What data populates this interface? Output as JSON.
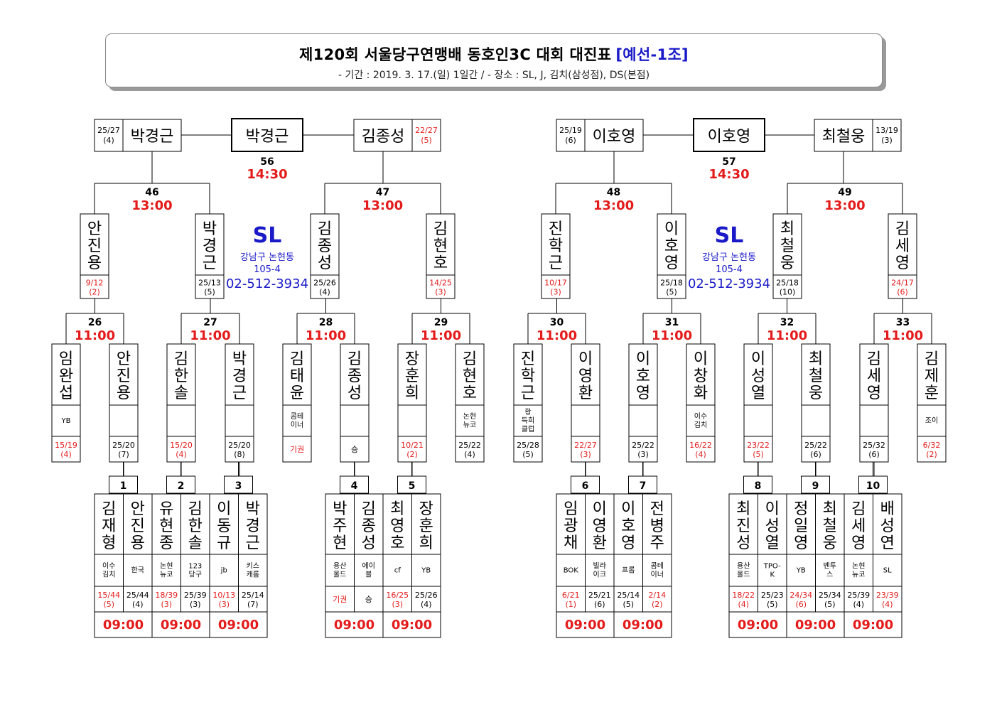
{
  "header": {
    "title": "제120회 서울당구연맹배 동호인3C 대회 대진표",
    "subtitle": "[예선-1조]",
    "period": "- 기간 : 2019. 3. 17.(일) 1일간 / - 장소 : SL, J, 김치(삼성점), DS(본점)"
  },
  "venues": [
    {
      "name": "SL",
      "address1": "강남구 논현동",
      "address2": "105-4",
      "phone": "02-512-3934"
    },
    {
      "name": "SL",
      "address1": "강남구 논현동",
      "address2": "105-4",
      "phone": "02-512-3934"
    }
  ],
  "matches_r1": [
    {
      "no": "1",
      "time": "09:00",
      "players": [
        {
          "name": "김재형",
          "club": "이수 김치",
          "score": "15/44",
          "rank": "(5)",
          "red": true
        },
        {
          "name": "안진용",
          "club": "한국",
          "score": "25/44",
          "rank": "(4)",
          "red": false
        }
      ]
    },
    {
      "no": "2",
      "time": "09:00",
      "players": [
        {
          "name": "유현종",
          "club": "논현 뉴코",
          "score": "18/39",
          "rank": "(3)",
          "red": true
        },
        {
          "name": "김한솔",
          "club": "123 당구",
          "score": "25/39",
          "rank": "(3)",
          "red": false
        }
      ]
    },
    {
      "no": "3",
      "time": "09:00",
      "players": [
        {
          "name": "이동규",
          "club": "jb",
          "score": "10/13",
          "rank": "(3)",
          "red": true
        },
        {
          "name": "박경근",
          "club": "키스 캐롬",
          "score": "25/14",
          "rank": "(7)",
          "red": false
        }
      ]
    },
    {
      "no": "4",
      "time": "09:00",
      "players": [
        {
          "name": "박주현",
          "club": "용산 올드",
          "score": "기권",
          "rank": "",
          "red": true
        },
        {
          "name": "김종성",
          "club": "에이 블",
          "score": "승",
          "rank": "",
          "red": false
        }
      ]
    },
    {
      "no": "5",
      "time": "09:00",
      "players": [
        {
          "name": "최영호",
          "club": "cf",
          "score": "16/25",
          "rank": "(3)",
          "red": true
        },
        {
          "name": "장훈희",
          "club": "YB",
          "score": "25/26",
          "rank": "(4)",
          "red": false
        }
      ]
    },
    {
      "no": "6",
      "time": "09:00",
      "players": [
        {
          "name": "임광채",
          "club": "BOK",
          "score": "6/21",
          "rank": "(1)",
          "red": true
        },
        {
          "name": "이영환",
          "club": "빌라 이크",
          "score": "25/21",
          "rank": "(6)",
          "red": false
        }
      ]
    },
    {
      "no": "7",
      "time": "09:00",
      "players": [
        {
          "name": "이호영",
          "club": "프롬",
          "score": "25/14",
          "rank": "(5)",
          "red": false
        },
        {
          "name": "전병주",
          "club": "콤테 이너",
          "score": "2/14",
          "rank": "(2)",
          "red": true
        }
      ]
    },
    {
      "no": "8",
      "time": "09:00",
      "players": [
        {
          "name": "최진성",
          "club": "용산 올드",
          "score": "18/22",
          "rank": "(4)",
          "red": true
        },
        {
          "name": "이성열",
          "club": "TPO- K",
          "score": "25/23",
          "rank": "(5)",
          "red": false
        }
      ]
    },
    {
      "no": "9",
      "time": "09:00",
      "players": [
        {
          "name": "정일영",
          "club": "YB",
          "score": "24/34",
          "rank": "(6)",
          "red": true
        },
        {
          "name": "최철웅",
          "club": "벤투 스",
          "score": "25/34",
          "rank": "(5)",
          "red": false
        }
      ]
    },
    {
      "no": "10",
      "time": "09:00",
      "players": [
        {
          "name": "김세영",
          "club": "논현 뉴코",
          "score": "25/39",
          "rank": "(4)",
          "red": false
        },
        {
          "name": "배성연",
          "club": "SL",
          "score": "23/39",
          "rank": "(4)",
          "red": true
        }
      ]
    }
  ],
  "round_2": [
    {
      "name": "임완섭",
      "club": "YB",
      "score": "15/19",
      "rank": "(4)",
      "red": true
    },
    {
      "name": "안진용",
      "club": "",
      "score": "25/20",
      "rank": "(7)",
      "red": false
    },
    {
      "name": "김한솔",
      "club": "",
      "score": "15/20",
      "rank": "(4)",
      "red": true
    },
    {
      "name": "박경근",
      "club": "",
      "score": "25/20",
      "rank": "(8)",
      "red": false
    },
    {
      "name": "김태윤",
      "club": "콤테 이너",
      "score": "기권",
      "rank": "",
      "red": true
    },
    {
      "name": "김종성",
      "club": "",
      "score": "승",
      "rank": "",
      "red": false
    },
    {
      "name": "장훈희",
      "club": "",
      "score": "10/21",
      "rank": "(2)",
      "red": true
    },
    {
      "name": "김현호",
      "club": "논현 뉴코",
      "score": "25/22",
      "rank": "(4)",
      "red": false
    },
    {
      "name": "진학근",
      "club": "황 득희 클럽",
      "score": "25/28",
      "rank": "(5)",
      "red": false
    },
    {
      "name": "이영환",
      "club": "",
      "score": "22/27",
      "rank": "(3)",
      "red": true
    },
    {
      "name": "이호영",
      "club": "",
      "score": "25/22",
      "rank": "(3)",
      "red": false
    },
    {
      "name": "이창화",
      "club": "이수 김치",
      "score": "16/22",
      "rank": "(4)",
      "red": true
    },
    {
      "name": "이성열",
      "club": "",
      "score": "23/22",
      "rank": "(5)",
      "red": true
    },
    {
      "name": "최철웅",
      "club": "",
      "score": "25/22",
      "rank": "(6)",
      "red": false
    },
    {
      "name": "김세영",
      "club": "",
      "score": "25/32",
      "rank": "(6)",
      "red": false
    },
    {
      "name": "김제훈",
      "club": "조이",
      "score": "6/32",
      "rank": "(2)",
      "red": true
    }
  ],
  "round_2_matches": [
    {
      "no": "26",
      "time": "11:00"
    },
    {
      "no": "27",
      "time": "11:00"
    },
    {
      "no": "28",
      "time": "11:00"
    },
    {
      "no": "29",
      "time": "11:00"
    },
    {
      "no": "30",
      "time": "11:00"
    },
    {
      "no": "31",
      "time": "11:00"
    },
    {
      "no": "32",
      "time": "11:00"
    },
    {
      "no": "33",
      "time": "11:00"
    }
  ],
  "round_3": [
    {
      "name": "안진용",
      "score": "9/12",
      "rank": "(2)",
      "red": true
    },
    {
      "name": "박경근",
      "score": "25/13",
      "rank": "(5)",
      "red": false
    },
    {
      "name": "김종성",
      "score": "25/26",
      "rank": "(4)",
      "red": false
    },
    {
      "name": "김현호",
      "score": "14/25",
      "rank": "(3)",
      "red": true
    },
    {
      "name": "진학근",
      "score": "10/17",
      "rank": "(3)",
      "red": true
    },
    {
      "name": "이호영",
      "score": "25/18",
      "rank": "(5)",
      "red": false
    },
    {
      "name": "최철웅",
      "score": "25/18",
      "rank": "(10)",
      "red": false
    },
    {
      "name": "김세영",
      "score": "24/17",
      "rank": "(6)",
      "red": true
    }
  ],
  "round_3_matches": [
    {
      "no": "46",
      "time": "13:00"
    },
    {
      "no": "47",
      "time": "13:00"
    },
    {
      "no": "48",
      "time": "13:00"
    },
    {
      "no": "49",
      "time": "13:00"
    }
  ],
  "semi": [
    {
      "name": "박경근",
      "score": "25/27",
      "rank": "(4)",
      "red": false
    },
    {
      "name": "김종성",
      "score": "22/27",
      "rank": "(5)",
      "red": true
    },
    {
      "name": "이호영",
      "score": "25/19",
      "rank": "(6)",
      "red": false
    },
    {
      "name": "최철웅",
      "score": "13/19",
      "rank": "(3)",
      "red": false
    }
  ],
  "final": [
    {
      "no": "56",
      "time": "14:30",
      "winner": "박경근"
    },
    {
      "no": "57",
      "time": "14:30",
      "winner": "이호영"
    }
  ],
  "colors": {
    "line": "#000000",
    "red": "#e41b1b",
    "blue": "#1a1ac8",
    "text": "#000000"
  }
}
